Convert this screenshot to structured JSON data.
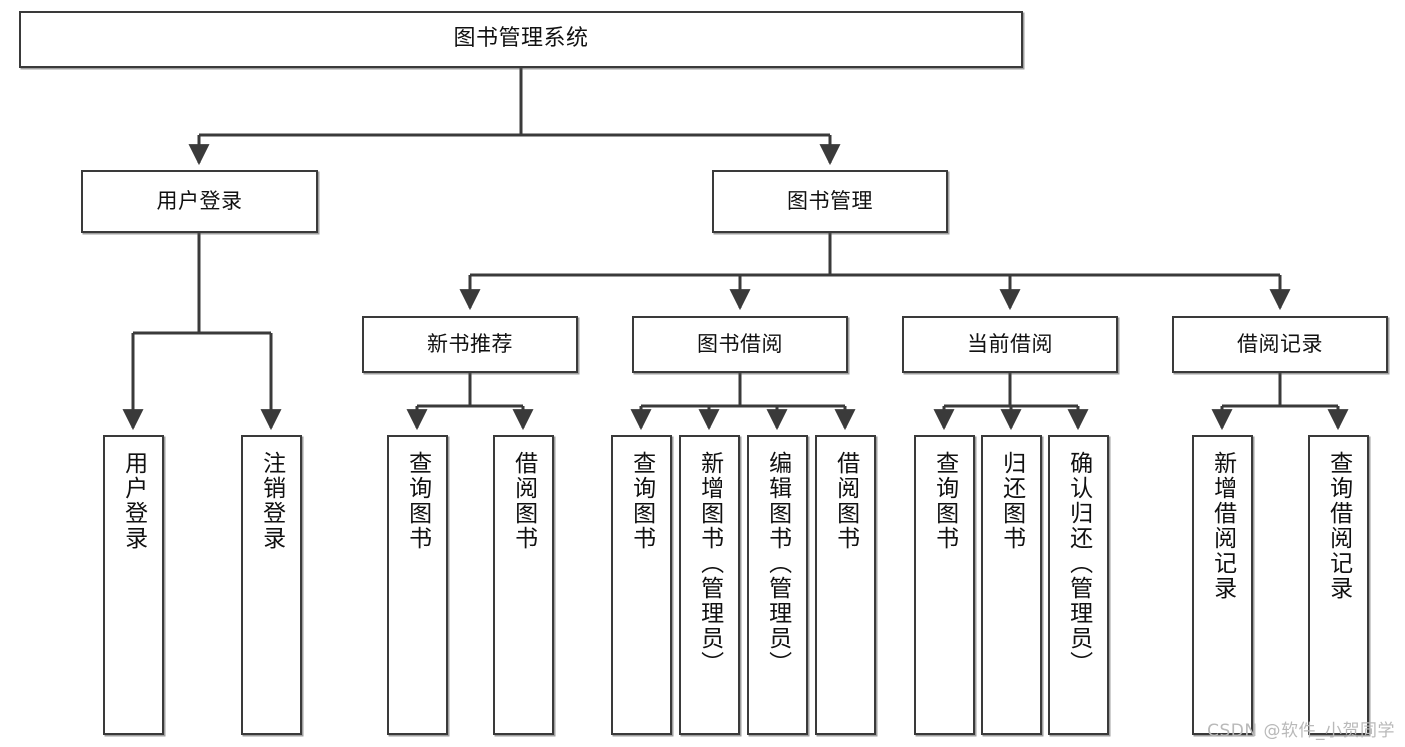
{
  "diagram": {
    "type": "tree",
    "title": "图书管理系统",
    "orientation": "top-down",
    "colors": {
      "box_border": "#3a3a3a",
      "box_fill": "#ffffff",
      "connector": "#3a3a3a",
      "text": "#111111",
      "watermark": "#b9b9b9"
    }
  },
  "nodes": {
    "root": {
      "label": "图书管理系统",
      "level": 1
    },
    "l2": [
      {
        "id": "user-login",
        "label": "用户登录",
        "level": 2
      },
      {
        "id": "book-manage",
        "label": "图书管理",
        "level": 2
      }
    ],
    "l3": [
      {
        "id": "new-book-recommend",
        "label": "新书推荐",
        "level": 3
      },
      {
        "id": "book-borrow",
        "label": "图书借阅",
        "level": 3
      },
      {
        "id": "current-borrow",
        "label": "当前借阅",
        "level": 3
      },
      {
        "id": "borrow-record",
        "label": "借阅记录",
        "level": 3
      }
    ],
    "leaves": {
      "user-login": [
        {
          "id": "leaf-user-login",
          "label": "用户登录"
        },
        {
          "id": "leaf-user-logout",
          "label": "注销登录"
        }
      ],
      "new-book-recommend": [
        {
          "id": "leaf-query-book-1",
          "label": "查询图书"
        },
        {
          "id": "leaf-borrow-book-1",
          "label": "借阅图书"
        }
      ],
      "book-borrow": [
        {
          "id": "leaf-query-book-2",
          "label": "查询图书"
        },
        {
          "id": "leaf-add-book",
          "label": "新增图书（管理员）"
        },
        {
          "id": "leaf-edit-book",
          "label": "编辑图书（管理员）"
        },
        {
          "id": "leaf-borrow-book-2",
          "label": "借阅图书"
        }
      ],
      "current-borrow": [
        {
          "id": "leaf-query-book-3",
          "label": "查询图书"
        },
        {
          "id": "leaf-return-book",
          "label": "归还图书"
        },
        {
          "id": "leaf-confirm-return",
          "label": "确认归还（管理员）"
        }
      ],
      "borrow-record": [
        {
          "id": "leaf-add-record",
          "label": "新增借阅记录"
        },
        {
          "id": "leaf-query-record",
          "label": "查询借阅记录"
        }
      ]
    }
  },
  "watermark": {
    "text": "CSDN @软件_小贺同学"
  }
}
